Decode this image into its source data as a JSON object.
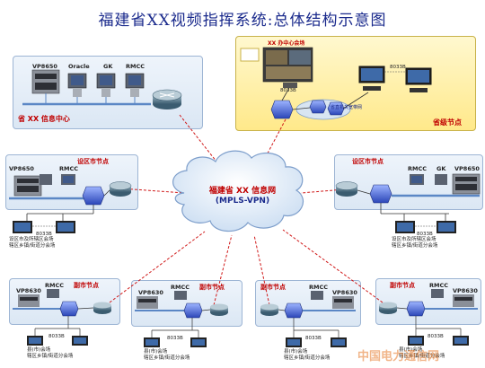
{
  "title": "福建省XX视频指挥系统:总体结构示意图",
  "cloud": {
    "name": "福建省 XX 信息网",
    "sub": "(MPLS-VPN)"
  },
  "info_center": {
    "label": "省 XX 信息中心",
    "devices": [
      "VP8650",
      "Oracle",
      "GK",
      "RMCC"
    ]
  },
  "province": {
    "label": "省级节点",
    "venue": "XX 办中心会场",
    "codec": "8033B",
    "peer_codec": "8033B",
    "network": "省直机关宽带网"
  },
  "city_left": {
    "label": "设区市节点",
    "devices": [
      "VP8650",
      "RMCC"
    ],
    "codec": "8033B",
    "caption1": "设区市及所辖区会场",
    "caption2": "辖区乡镇/街道分会场"
  },
  "city_right": {
    "label": "设区市节点",
    "devices": [
      "RMCC",
      "GK",
      "VP8650"
    ],
    "codec": "8033B",
    "caption1": "设区市及所辖区会场",
    "caption2": "辖区乡镇/街道分会场"
  },
  "sub_nodes": [
    {
      "label": "副市节点",
      "devices": [
        "VP8630",
        "RMCC"
      ],
      "codec": "8033B",
      "caption1": "县(市)会场",
      "caption2": "辖区乡镇/街道分会场"
    },
    {
      "label": "副市节点",
      "devices": [
        "VP8630",
        "RMCC"
      ],
      "codec": "8033B",
      "caption1": "县(市)会场",
      "caption2": "辖区乡镇/街道分会场"
    },
    {
      "label": "副市节点",
      "devices": [
        "RMCC",
        "VP8630"
      ],
      "codec": "8033B",
      "caption1": "县(市)会场",
      "caption2": "辖区乡镇/街道分会场"
    },
    {
      "label": "副市节点",
      "devices": [
        "RMCC",
        "VP8630"
      ],
      "codec": "8033B",
      "caption1": "县(市)会场",
      "caption2": "辖区乡镇/街道分会场"
    }
  ],
  "watermark": "中国电力通信网"
}
